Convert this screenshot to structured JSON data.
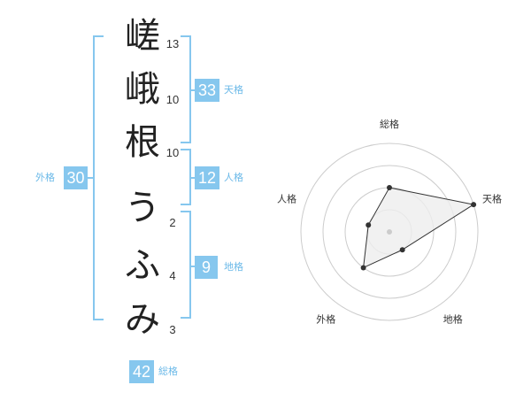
{
  "name_chars": [
    {
      "char": "嵯",
      "strokes": "13"
    },
    {
      "char": "峨",
      "strokes": "10"
    },
    {
      "char": "根",
      "strokes": "10"
    },
    {
      "char": "う",
      "strokes": "2"
    },
    {
      "char": "ふ",
      "strokes": "4"
    },
    {
      "char": "み",
      "strokes": "3"
    }
  ],
  "kakaku": {
    "tenkaku": {
      "value": "33",
      "label": "天格"
    },
    "jinkaku": {
      "value": "12",
      "label": "人格"
    },
    "chikaku": {
      "value": "9",
      "label": "地格"
    },
    "gaikaku": {
      "value": "30",
      "label": "外格"
    },
    "soukaku": {
      "value": "42",
      "label": "総格"
    }
  },
  "colors": {
    "accent": "#86c7ee",
    "accent_text": "#6bb9e8"
  },
  "chart_data": {
    "type": "radar",
    "axes": [
      "総格",
      "天格",
      "地格",
      "外格",
      "人格"
    ],
    "levels": 4,
    "range": [
      0,
      4
    ],
    "values": [
      2,
      4,
      1,
      2,
      1
    ],
    "fill": "#eeeeee",
    "stroke": "#333333"
  }
}
